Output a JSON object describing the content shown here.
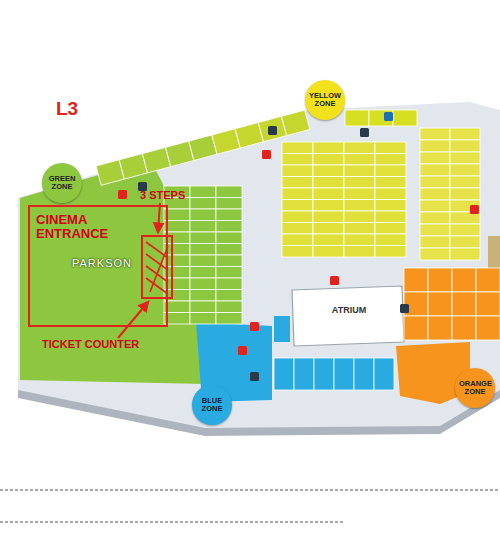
{
  "diagram": {
    "nodes": [
      {
        "text": [
          "GREEN ZONE"
        ]
      },
      {
        "text": [
          "YELLOW ZONE"
        ]
      },
      {
        "text": [
          "BLUE ZONE"
        ]
      },
      {
        "text": [
          "ORANGE ZONE"
        ]
      },
      {
        "text": [
          "ATRIUM"
        ]
      },
      {
        "text": [
          "PARKSON"
        ]
      },
      {
        "text": [
          "CINEMA ENTRANCE"
        ],
        "in": 5
      }
    ],
    "labels": [
      "L3",
      "3 STEPS",
      "TICKET COUNTER"
    ]
  }
}
